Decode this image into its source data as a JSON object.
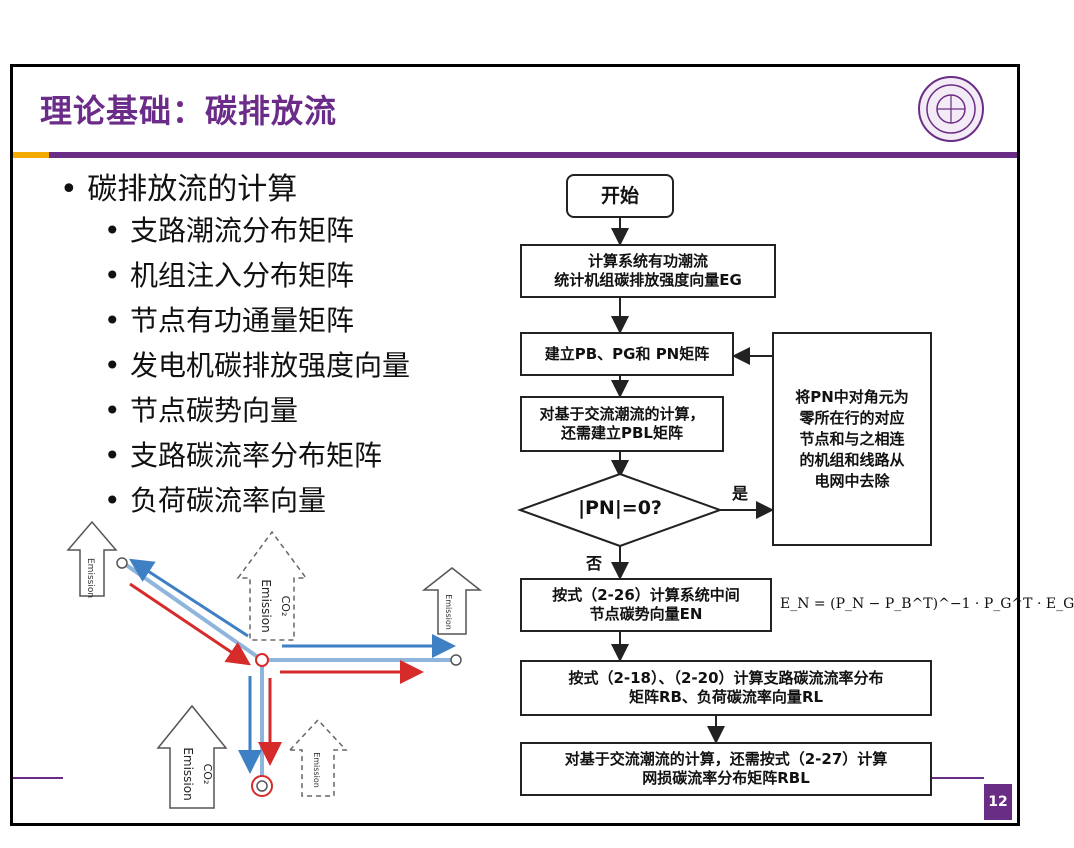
{
  "slide": {
    "title": "理论基础：碳排放流",
    "page_number": "12"
  },
  "bullets": {
    "main": "碳排放流的计算",
    "sub": [
      "支路潮流分布矩阵",
      "机组注入分布矩阵",
      "节点有功通量矩阵",
      "发电机碳排放强度向量",
      "节点碳势向量",
      "支路碳流率分布矩阵",
      "负荷碳流率向量"
    ]
  },
  "diagram": {
    "emission_label": "Emission",
    "co2_label": "CO₂"
  },
  "flowchart": {
    "start": "开始",
    "step1_line1": "计算系统有功潮流",
    "step1_line2": "统计机组碳排放强度向量EG",
    "step2": "建立PB、PG和 PN矩阵",
    "step3_line1": "对基于交流潮流的计算，",
    "step3_line2": "还需建立PBL矩阵",
    "decision": "|PN|=0?",
    "yes": "是",
    "no": "否",
    "side_line1": "将PN中对角元为",
    "side_line2": "零所在行的对应",
    "side_line3": "节点和与之相连",
    "side_line4": "的机组和线路从",
    "side_line5": "电网中去除",
    "step4_line1": "按式（2-26）计算系统中间",
    "step4_line2": "节点碳势向量EN",
    "step5_line1": "按式（2-18）、（2-20）计算支路碳流流率分布",
    "step5_line2": "矩阵RB、负荷碳流率向量RL",
    "step6_line1": "对基于交流潮流的计算，还需按式（2-27）计算",
    "step6_line2": "网损碳流率分布矩阵RBL",
    "formula": "E_N = (P_N − P_B^T)^−1 · P_G^T · E_G"
  },
  "colors": {
    "title": "#6b2b88",
    "accent_bar": "#6a2d86",
    "blue_flow": "#3f7fc4",
    "red_flow": "#d62b2b"
  }
}
